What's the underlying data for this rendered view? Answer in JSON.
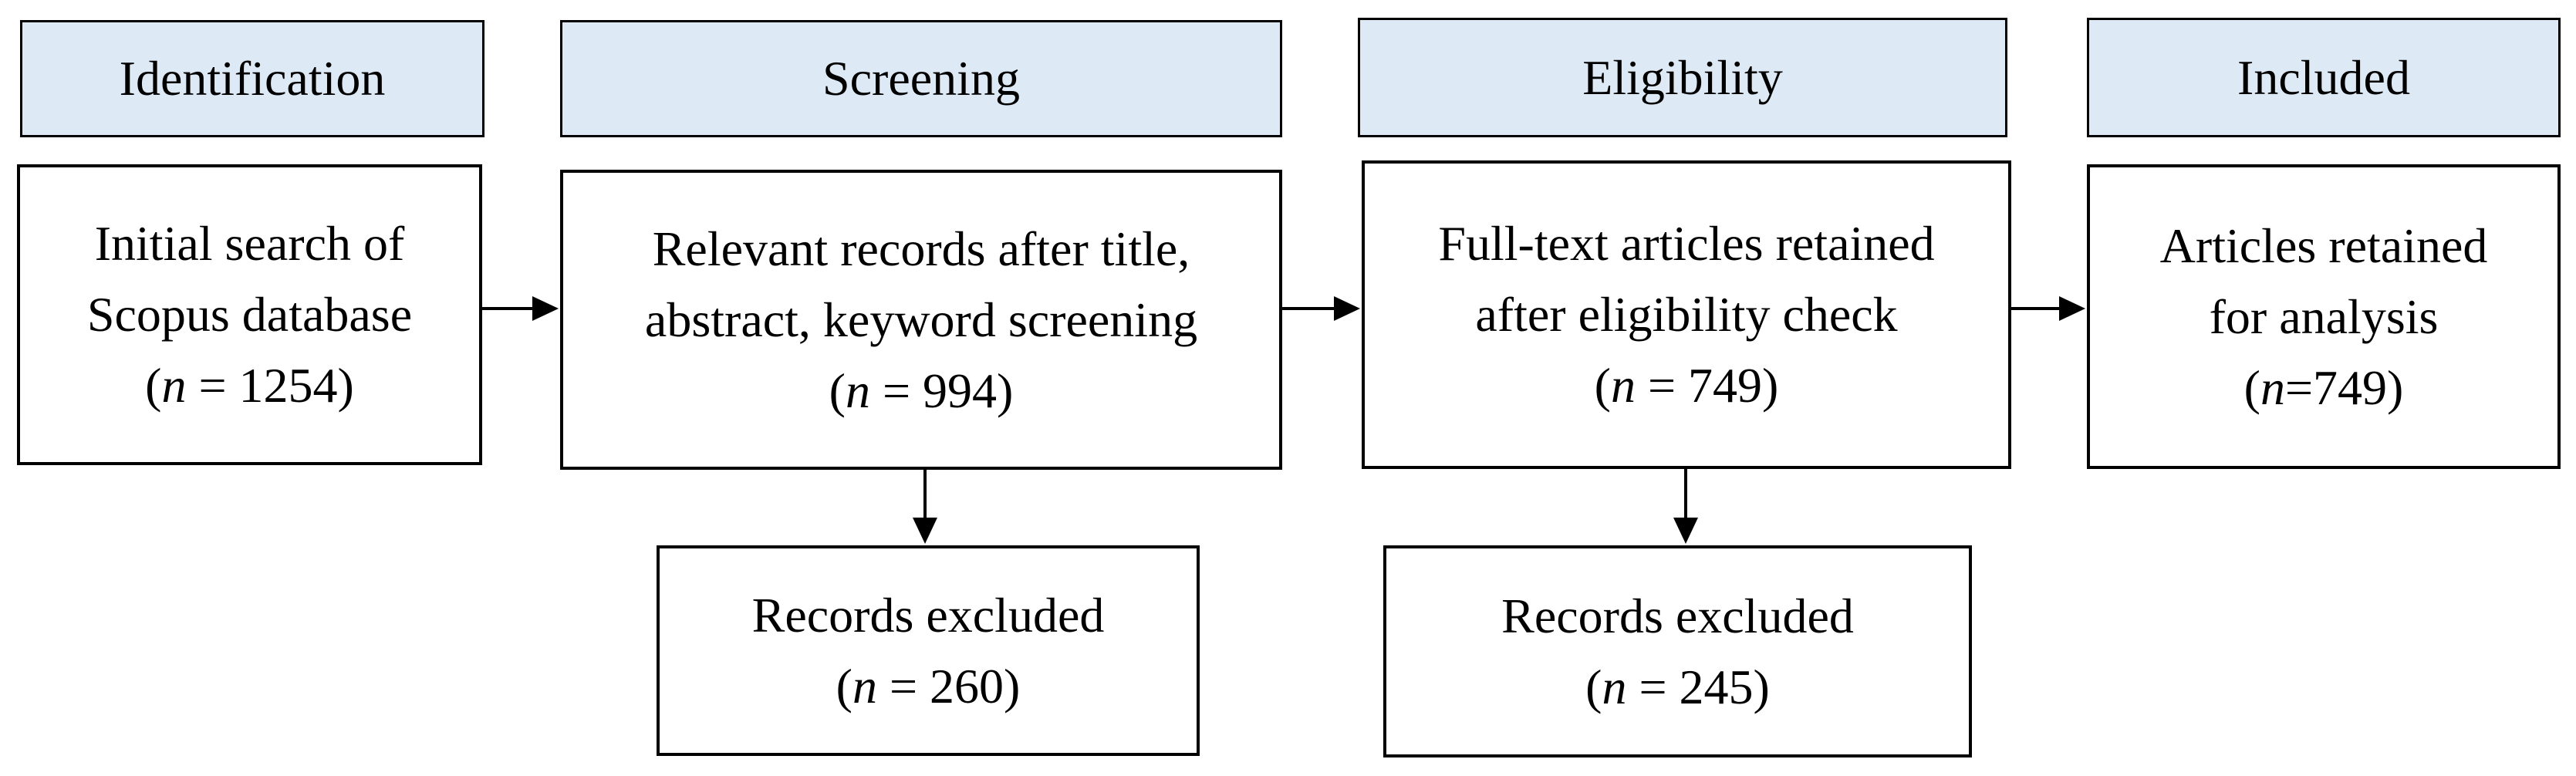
{
  "colors": {
    "header_fill": "#dde9f5",
    "box_fill": "#ffffff",
    "stroke": "#000000"
  },
  "stages": [
    {
      "label": "Identification"
    },
    {
      "label": "Screening"
    },
    {
      "label": "Eligibility"
    },
    {
      "label": "Included"
    }
  ],
  "flow": {
    "identification": {
      "lines": [
        "Initial search of",
        "Scopus database"
      ],
      "n_label": "n",
      "n_value": " = 1254"
    },
    "screening": {
      "lines": [
        "Relevant records after title,",
        "abstract, keyword screening"
      ],
      "n_label": "n",
      "n_value": " = 994"
    },
    "eligibility": {
      "lines": [
        "Full-text articles retained",
        "after eligibility check"
      ],
      "n_label": "n",
      "n_value": " = 749"
    },
    "included": {
      "lines": [
        "Articles retained",
        "for analysis"
      ],
      "n_label": "n",
      "n_value": "=749"
    }
  },
  "exclusions": {
    "screening": {
      "line": "Records excluded",
      "n_label": "n",
      "n_value": " = 260"
    },
    "eligibility": {
      "line": "Records excluded",
      "n_label": "n",
      "n_value": " = 245"
    }
  }
}
